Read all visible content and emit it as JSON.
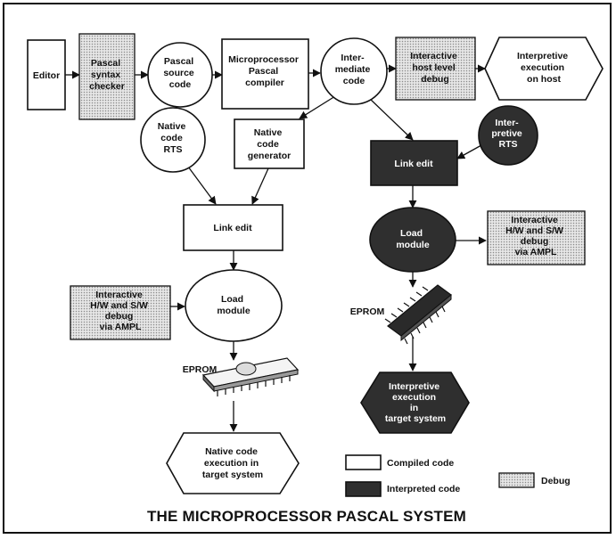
{
  "title": "THE MICROPROCESSOR PASCAL SYSTEM",
  "nodes": {
    "editor": [
      "Editor"
    ],
    "syntax_checker": [
      "Pascal",
      "syntax",
      "checker"
    ],
    "source_code": [
      "Pascal",
      "source",
      "code"
    ],
    "compiler": [
      "Microprocessor",
      "Pascal",
      "compiler"
    ],
    "intermediate_code": [
      "Inter-",
      "mediate",
      "code"
    ],
    "host_debug": [
      "Interactive",
      "host level",
      "debug"
    ],
    "host_execution": [
      "Interpretive",
      "execution",
      "on host"
    ],
    "native_rts": [
      "Native",
      "code",
      "RTS"
    ],
    "native_generator": [
      "Native",
      "code",
      "generator"
    ],
    "link_edit_left": [
      "Link edit"
    ],
    "debug_left": [
      "Interactive",
      "H/W and S/W",
      "debug",
      "via AMPL"
    ],
    "load_module_left": [
      "Load",
      "module"
    ],
    "eprom_left": "EPROM",
    "native_execution": [
      "Native code",
      "execution in",
      "target system"
    ],
    "interp_rts": [
      "Inter-",
      "pretive",
      "RTS"
    ],
    "link_edit_right": [
      "Link edit"
    ],
    "load_module_right": [
      "Load",
      "module"
    ],
    "debug_right": [
      "Interactive",
      "H/W and S/W",
      "debug",
      "via AMPL"
    ],
    "eprom_right": "EPROM",
    "interp_execution": [
      "Interpretive",
      "execution",
      "in",
      "target system"
    ]
  },
  "legend": {
    "compiled": "Compiled code",
    "interpreted": "Interpreted code",
    "debug": "Debug"
  },
  "colors": {
    "ink": "#111111",
    "dark_fill": "#2f2f2f",
    "debug_fill": "#d8d8d8",
    "paper": "#ffffff"
  }
}
